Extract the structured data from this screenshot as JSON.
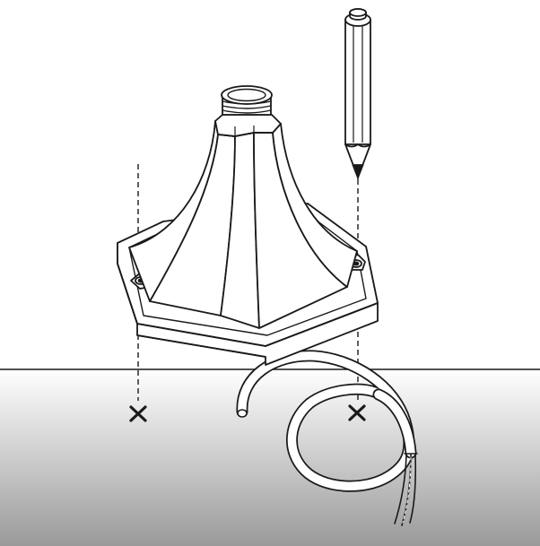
{
  "figure": {
    "description_labels": [],
    "colors": {
      "line": "#1a1a1a",
      "fill": "#ffffff",
      "surface_top": "#ffffff",
      "surface_bottom": "#9a9a9a"
    },
    "parts": [
      {
        "name": "lamp-base",
        "kind": "octagonal-base-with-tapered-neck"
      },
      {
        "name": "pencil",
        "kind": "marking-tool"
      },
      {
        "name": "cable",
        "kind": "wire-with-exposed-conductors",
        "conductor_count": 3
      },
      {
        "name": "mount-hole-mark-left",
        "kind": "x-mark"
      },
      {
        "name": "mount-hole-mark-right",
        "kind": "x-mark"
      }
    ]
  }
}
